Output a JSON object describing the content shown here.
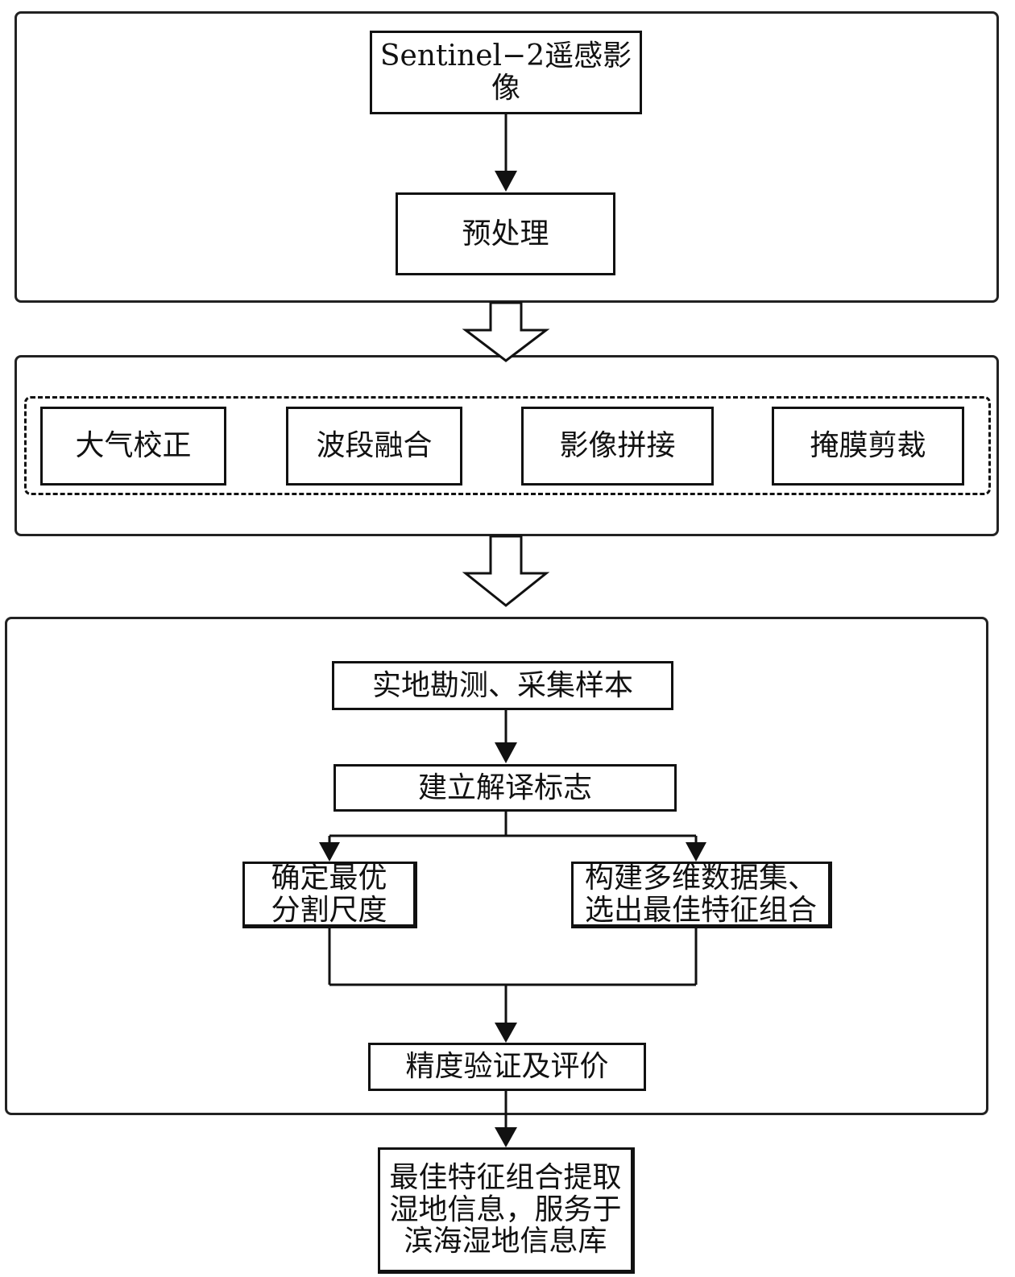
{
  "stage1": {
    "source_box": "Sentinel−2遥感影像",
    "preprocess_box": "预处理"
  },
  "stage2": {
    "steps": [
      "大气校正",
      "波段融合",
      "影像拼接",
      "掩膜剪裁"
    ]
  },
  "stage3": {
    "survey_box": "实地勘测、采集样本",
    "interpret_box": "建立解译标志",
    "scale_box": "确定最优\n分割尺度",
    "feature_box": "构建多维数据集、\n选出最佳特征组合",
    "accuracy_box": "精度验证及评价"
  },
  "output": {
    "final_box": "最佳特征组合提取\n湿地信息，服务于\n滨海湿地信息库"
  }
}
